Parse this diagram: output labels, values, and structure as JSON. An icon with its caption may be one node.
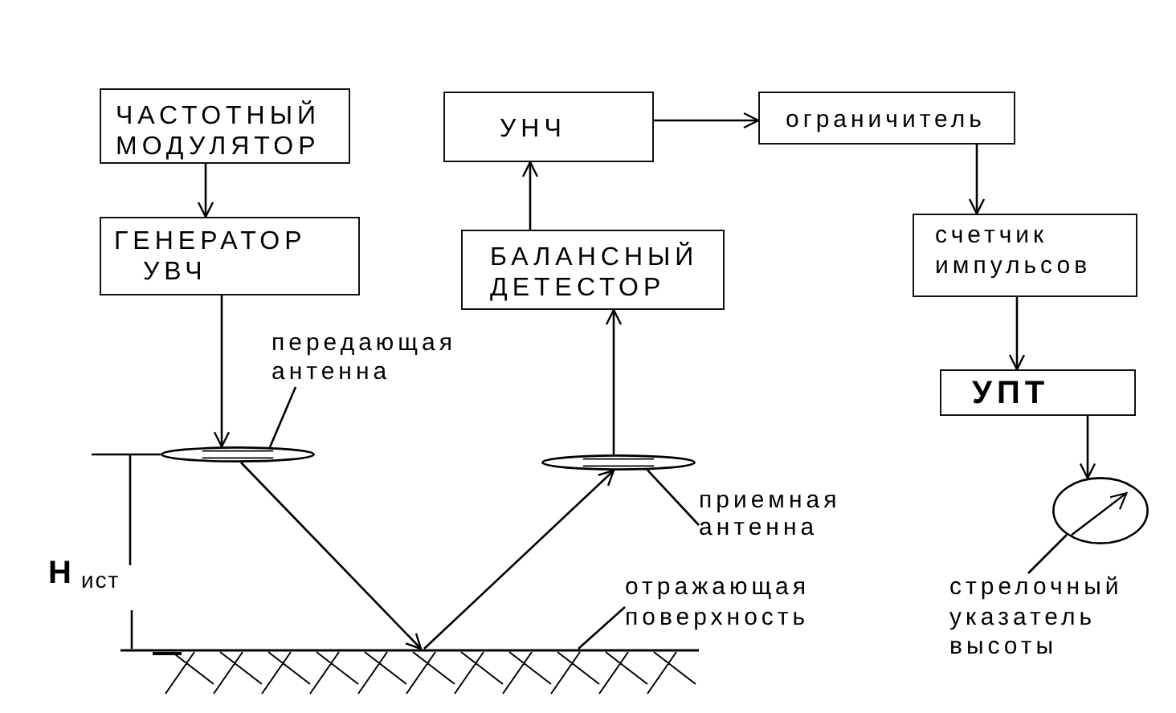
{
  "diagram": {
    "nodes": [
      {
        "text": [
          "ЧАСТОТНЫЙ МОДУЛЯТОР"
        ]
      },
      {
        "text": [
          "УНЧ"
        ]
      },
      {
        "text": [
          "ограничитель"
        ]
      },
      {
        "text": [
          "ГЕНЕРАТОР УВЧ"
        ]
      },
      {
        "text": [
          "счетчик импульсов"
        ]
      },
      {
        "text": [
          "БАЛАНСНЫЙ ДЕТЕСТОР"
        ]
      },
      {
        "text": [
          "передающая антенна"
        ]
      },
      {
        "text": [
          "УПТ"
        ]
      },
      {
        "text": [],
        "shape": "ellipse"
      },
      {
        "text": [],
        "shape": "ellipse"
      },
      {
        "text": [],
        "shape": "dial"
      },
      {
        "text": [
          "приемная антенна"
        ]
      },
      {
        "text": [
          "отражающая поверхность"
        ]
      },
      {
        "text": [
          "стрелочный указатель высоты"
        ]
      },
      {
        "text": [],
        "shape": "ground"
      }
    ],
    "edges": [
      {
        "from": 0,
        "to": 3,
        "arrow": "to"
      },
      {
        "from": 3,
        "to": 8,
        "arrow": "to"
      },
      {
        "from": 8,
        "to": 14,
        "arrow": "to"
      },
      {
        "from": 14,
        "to": 9,
        "arrow": "to"
      },
      {
        "from": 9,
        "to": 5,
        "arrow": "to"
      },
      {
        "from": 5,
        "to": 1,
        "arrow": "to"
      },
      {
        "from": 1,
        "to": 2,
        "arrow": "to"
      },
      {
        "from": 2,
        "to": 4,
        "arrow": "to"
      },
      {
        "from": 4,
        "to": 7,
        "arrow": "to"
      },
      {
        "from": 7,
        "to": 10,
        "arrow": "to"
      },
      {
        "from": 6,
        "to": 8,
        "arrow": "none"
      },
      {
        "from": 11,
        "to": 9,
        "arrow": "none"
      },
      {
        "from": 12,
        "to": 14,
        "arrow": "none"
      },
      {
        "from": 13,
        "to": 10,
        "arrow": "none"
      }
    ],
    "labels": [
      "**H**$_{ист}$"
    ]
  }
}
